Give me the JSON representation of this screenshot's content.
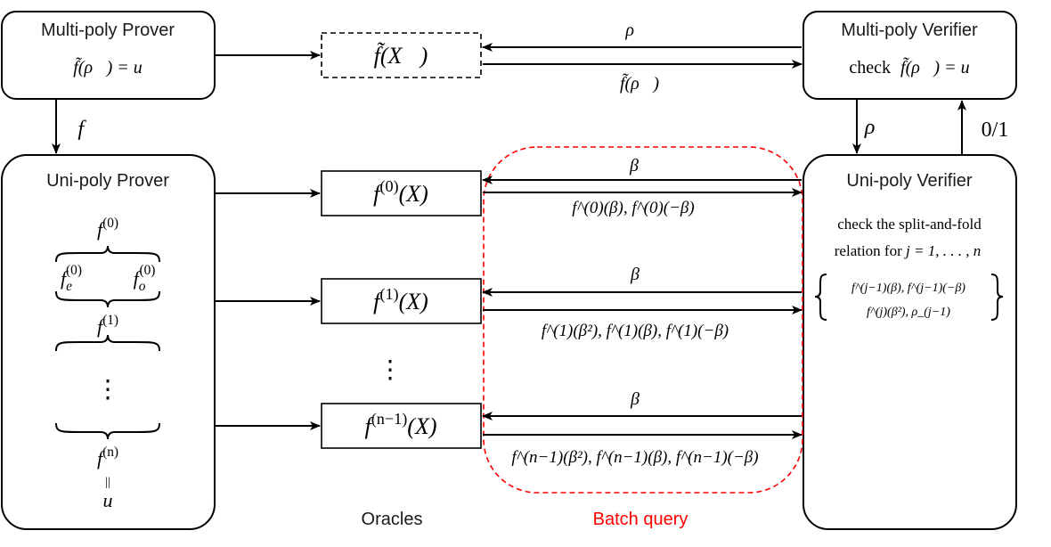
{
  "boxes": {
    "multi_prover": {
      "title": "Multi-poly Prover",
      "eq": "f̃(ρ⃗) = u"
    },
    "multi_verifier": {
      "title": "Multi-poly Verifier",
      "check_word": "check",
      "eq": "f̃(ρ⃗) = u"
    },
    "uni_prover": {
      "title": "Uni-poly Prover",
      "f0": "f",
      "f0_sup": "(0)",
      "fe": "f",
      "fe_sub": "e",
      "fe_sup": "(0)",
      "fo": "f",
      "fo_sub": "o",
      "fo_sup": "(0)",
      "f1": "f",
      "f1_sup": "(1)",
      "vdots": "⋮",
      "fn": "f",
      "fn_sup": "(n)",
      "eqsign": "||",
      "u": "u"
    },
    "uni_verifier": {
      "title": "Uni-poly Verifier",
      "line1": "check the split-and-fold",
      "line2a": "relation for ",
      "line2b": "j = 1, . . . , n",
      "set_line1": "f^(j−1)(β), f^(j−1)(−β)",
      "set_line2": "f^(j)(β²), ρ_(j−1)"
    }
  },
  "oracles": {
    "multi": "f̃(X⃗)",
    "o0": {
      "f": "f",
      "sup": "(0)",
      "arg": "(X)"
    },
    "o1": {
      "f": "f",
      "sup": "(1)",
      "arg": "(X)"
    },
    "vdots": "⋮",
    "on": {
      "f": "f",
      "sup": "(n−1)",
      "arg": "(X)"
    }
  },
  "edge_labels": {
    "rho_query": "ρ⃗",
    "f_tilde_answer": "f̃(ρ⃗)",
    "f_vec": "f⃗",
    "rho_down": "ρ⃗",
    "zero_one": "0/1",
    "beta0": "β",
    "answer0": "f^(0)(β), f^(0)(−β)",
    "beta1": "β",
    "answer1": "f^(1)(β²), f^(1)(β), f^(1)(−β)",
    "betan": "β",
    "answern": "f^(n−1)(β²), f^(n−1)(β), f^(n−1)(−β)"
  },
  "footer": {
    "oracles_label": "Oracles",
    "batch_label": "Batch query"
  },
  "colors": {
    "batch_red": "#ff0000",
    "stroke": "#000000"
  }
}
